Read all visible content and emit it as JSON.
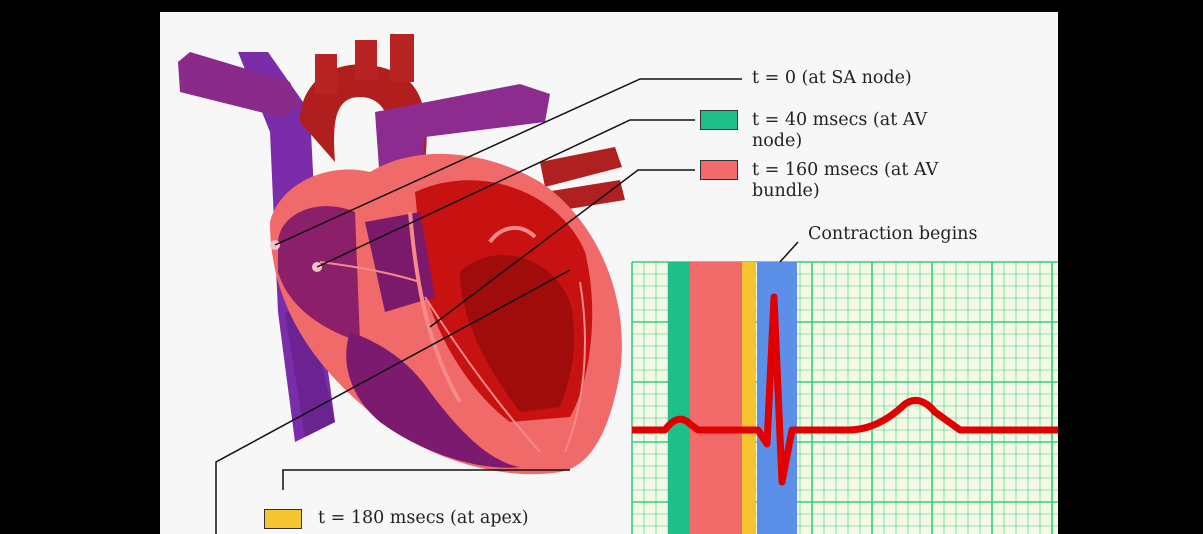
{
  "labels": {
    "sa_node": "t = 0 (at SA node)",
    "av_node": "t = 40 msecs (at AV\nnode)",
    "av_bundle": "t = 160 msecs (at AV\nbundle)",
    "apex": "t = 180 msecs (at apex)",
    "contraction": "Contraction begins"
  },
  "colors": {
    "av_node": "#1fbf8a",
    "av_bundle": "#f26a6a",
    "apex": "#f5c430",
    "contraction": "#5b8fe8",
    "ecg_trace": "#e00000",
    "grid": "#33d07a",
    "grid_bg": "#f4f8e6"
  }
}
